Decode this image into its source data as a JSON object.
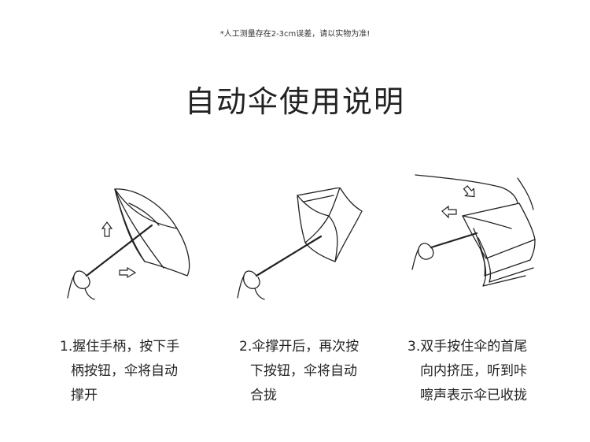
{
  "note": "*人工测量存在2-3cm误差，请以实物为准!",
  "title": "自动伞使用说明",
  "steps": [
    {
      "lines": [
        "1.握住手柄，按下手",
        "柄按钮，伞将自动",
        "撑开"
      ]
    },
    {
      "lines": [
        "2.伞撑开后，再次按",
        "下按钮，伞将自动",
        "合拢"
      ]
    },
    {
      "lines": [
        "3.双手按住伞的首尾",
        "向内挤压，听到咔",
        "嚓声表示伞已收拢"
      ]
    }
  ],
  "icons": [
    "open-umbrella-icon",
    "closing-umbrella-icon",
    "compress-umbrella-icon",
    "arrow-icon"
  ]
}
